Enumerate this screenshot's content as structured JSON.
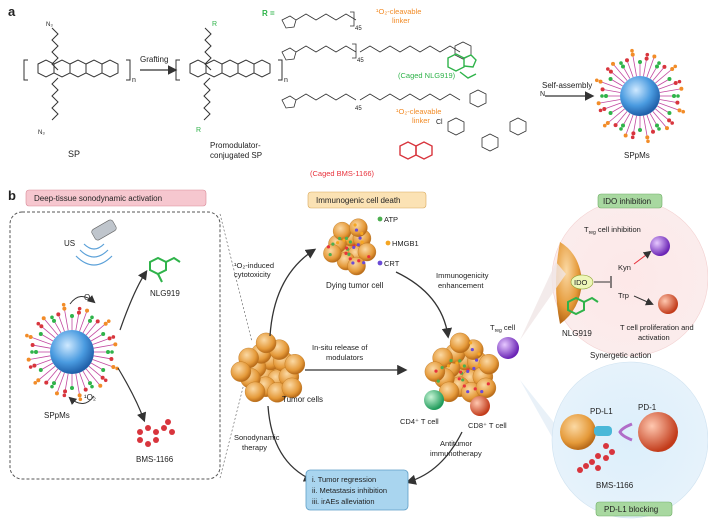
{
  "panel_a": {
    "letter": "a",
    "r_label": "R =",
    "sp_label": "SP",
    "sp_sub_n3_top": "N",
    "n_sub": "n",
    "grafting": "Grafting",
    "promod_label_1": "Promodulator-",
    "promod_label_2": "conjugated SP",
    "self_assembly": "Self-assembly",
    "sppms_label": "SPpMs",
    "subscript_45": "45",
    "linker1_l1": "¹O₂-cleavable",
    "linker1_l2": "linker",
    "linker2_l1": "¹O₂-cleavable",
    "linker2_l2": "linker",
    "caged_nlg": "(Caged NLG919)",
    "caged_bms": "(Caged BMS-1166)",
    "atom_n3": "N₃",
    "atom_r": "R",
    "atom_cl": "Cl",
    "atom_cn": "N"
  },
  "panel_b": {
    "letter": "b",
    "deep_tissue": "Deep-tissue sonodynamic activation",
    "us": "US",
    "o2_top": "O₂",
    "o2_bottom": "¹O₂",
    "nlg919_left": "NLG919",
    "bms_left": "BMS-1166",
    "sppms": "SPpMs",
    "icd_title": "Immunogenic cell death",
    "atp": "ATP",
    "hmgb1": "HMGB1",
    "crt": "CRT",
    "dying_cell": "Dying tumor cell",
    "o2_cytotox_1": "¹O₂-induced",
    "o2_cytotox_2": "cytotoxicity",
    "insitu_1": "In-situ release of",
    "insitu_2": "modulators",
    "tumor_cells": "Tumor cells",
    "sono_1": "Sonodynamic",
    "sono_2": "therapy",
    "immuno_enh_1": "Immunogenicity",
    "immuno_enh_2": "enhancement",
    "treg_cell": "T",
    "treg_sub": "reg",
    "treg_cell_suffix": " cell",
    "cd4": "CD4⁺ T cell",
    "cd8": "CD8⁺ T cell",
    "antitumor_1": "Antitumor",
    "antitumor_2": "immunotherapy",
    "outcomes": [
      "i. Tumor regression",
      "ii. Metastasis inhibition",
      "iii. irAEs alleviation"
    ],
    "ido_inhibition": "IDO inhibition",
    "treg_inhib": "T",
    "treg_inhib_sub": "reg",
    "treg_inhib_suffix": " cell inhibition",
    "ido": "IDO",
    "kyn": "Kyn",
    "trp": "Trp",
    "nlg919_right": "NLG919",
    "tcell_prolif_1": "T cell proliferation and",
    "tcell_prolif_2": "activation",
    "synergetic": "Synergetic action",
    "pd_l1": "PD-L1",
    "pd_1": "PD-1",
    "bms_right": "BMS-1166",
    "pd_l1_blocking": "PD-L1 blocking"
  },
  "colors": {
    "orange_label": "#f28c28",
    "red_label": "#e8323c",
    "green_struct": "#2fb34a",
    "red_struct": "#d8353d",
    "pink_box": "#f6c7cf",
    "icd_box": "#fbe2b4",
    "green_box": "#a8d8a0",
    "blue_box": "#a9d5ef",
    "tumor": "#e59a3a"
  }
}
